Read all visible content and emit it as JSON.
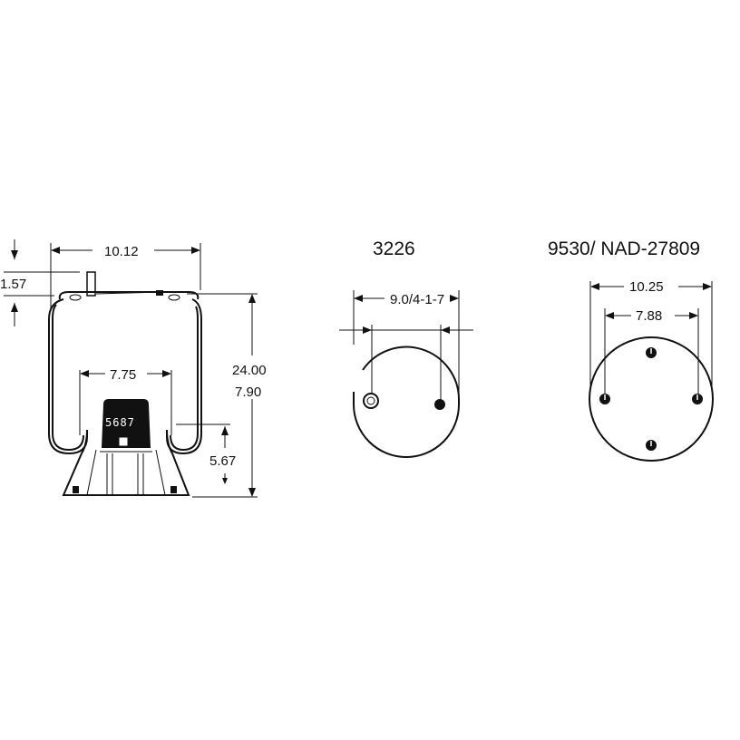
{
  "side_view": {
    "dims": {
      "top_width": "10.12",
      "height_small": "1.57",
      "piston_width": "7.75",
      "overall_height": "24.00",
      "collapsed_height": "7.90",
      "piston_height": "5.67"
    },
    "piston_stamp": "5687"
  },
  "middle_view": {
    "part_number": "3226",
    "bolt_spacing": "9.0/4-1-7"
  },
  "right_view": {
    "part_number": "9530/ NAD-27809",
    "outer_dim": "10.25",
    "inner_dim": "7.88"
  },
  "colors": {
    "line": "#111111",
    "background": "#ffffff"
  }
}
